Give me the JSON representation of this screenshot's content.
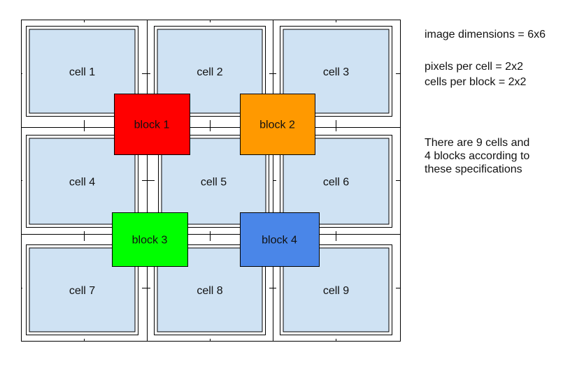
{
  "colors": {
    "cell_fill": "#cfe2f3",
    "block_1": "#ff0000",
    "block_2": "#ff9900",
    "block_3": "#00ff00",
    "block_4": "#4a86e8",
    "grid_line": "#000000"
  },
  "cells": [
    {
      "label": "cell 1"
    },
    {
      "label": "cell 2"
    },
    {
      "label": "cell 3"
    },
    {
      "label": "cell 4"
    },
    {
      "label": "cell 5"
    },
    {
      "label": "cell 6"
    },
    {
      "label": "cell 7"
    },
    {
      "label": "cell 8"
    },
    {
      "label": "cell 9"
    }
  ],
  "blocks": [
    {
      "label": "block 1",
      "color": "#ff0000"
    },
    {
      "label": "block 2",
      "color": "#ff9900"
    },
    {
      "label": "block 3",
      "color": "#00ff00"
    },
    {
      "label": "block 4",
      "color": "#4a86e8"
    }
  ],
  "notes": {
    "dimensions": "image dimensions = 6x6",
    "pixels_per_cell": "pixels per cell = 2x2",
    "cells_per_block": "cells per block = 2x2",
    "summary": "There are 9 cells and\n4 blocks according to\nthese specifications"
  }
}
